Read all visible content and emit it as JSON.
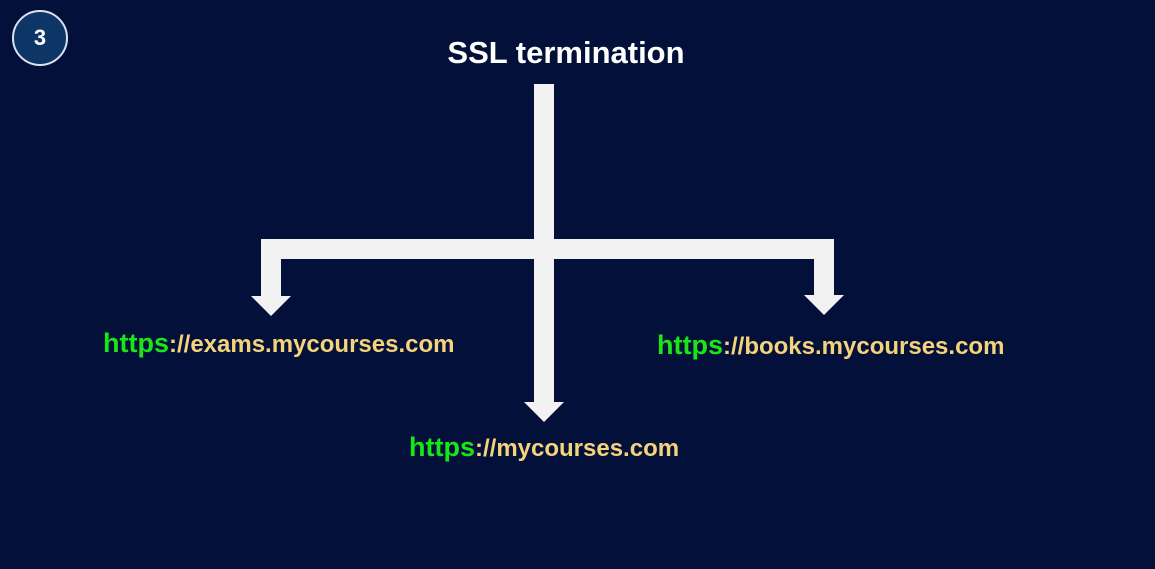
{
  "slide": {
    "step_number": "3",
    "title": "SSL termination"
  },
  "destinations": [
    {
      "scheme": "https",
      "rest": "://exams.mycourses.com"
    },
    {
      "scheme": "https",
      "rest": "://books.mycourses.com"
    },
    {
      "scheme": "https",
      "rest": "://mycourses.com"
    }
  ],
  "colors": {
    "background": "#03103a",
    "arrow": "#f2f2f2",
    "scheme": "#19e619",
    "host": "#f5d37a",
    "badge": "#0d3566"
  }
}
